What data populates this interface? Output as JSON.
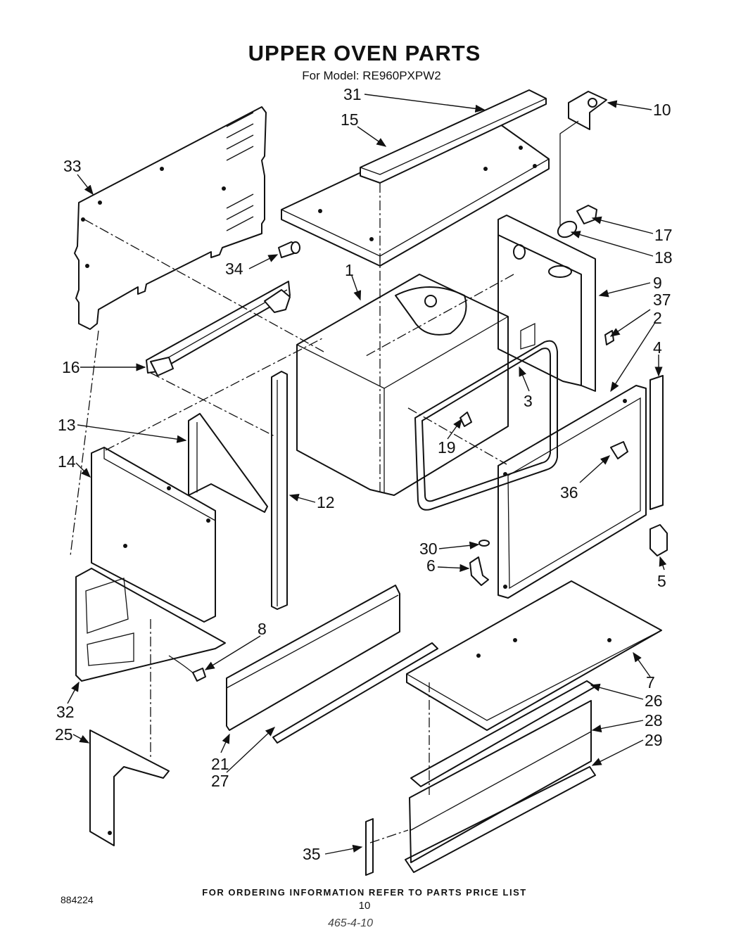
{
  "title": "UPPER OVEN PARTS",
  "subtitle": "For Model: RE960PXPW2",
  "footer": "FOR ORDERING INFORMATION REFER TO PARTS PRICE LIST",
  "page_number": "10",
  "document_number": "884224",
  "handwritten_note": "465-4-10",
  "callouts": [
    {
      "id": "c31",
      "label": "31"
    },
    {
      "id": "c15",
      "label": "15"
    },
    {
      "id": "c10",
      "label": "10"
    },
    {
      "id": "c33",
      "label": "33"
    },
    {
      "id": "c17",
      "label": "17"
    },
    {
      "id": "c18",
      "label": "18"
    },
    {
      "id": "c34",
      "label": "34"
    },
    {
      "id": "c1",
      "label": "1"
    },
    {
      "id": "c9",
      "label": "9"
    },
    {
      "id": "c37",
      "label": "37"
    },
    {
      "id": "c2",
      "label": "2"
    },
    {
      "id": "c4",
      "label": "4"
    },
    {
      "id": "c16",
      "label": "16"
    },
    {
      "id": "c3",
      "label": "3"
    },
    {
      "id": "c13",
      "label": "13"
    },
    {
      "id": "c19",
      "label": "19"
    },
    {
      "id": "c14",
      "label": "14"
    },
    {
      "id": "c12",
      "label": "12"
    },
    {
      "id": "c36",
      "label": "36"
    },
    {
      "id": "c30",
      "label": "30"
    },
    {
      "id": "c6",
      "label": "6"
    },
    {
      "id": "c5",
      "label": "5"
    },
    {
      "id": "c8",
      "label": "8"
    },
    {
      "id": "c7",
      "label": "7"
    },
    {
      "id": "c32",
      "label": "32"
    },
    {
      "id": "c26",
      "label": "26"
    },
    {
      "id": "c28",
      "label": "28"
    },
    {
      "id": "c25",
      "label": "25"
    },
    {
      "id": "c29",
      "label": "29"
    },
    {
      "id": "c21",
      "label": "21"
    },
    {
      "id": "c27",
      "label": "27"
    },
    {
      "id": "c35",
      "label": "35"
    }
  ]
}
